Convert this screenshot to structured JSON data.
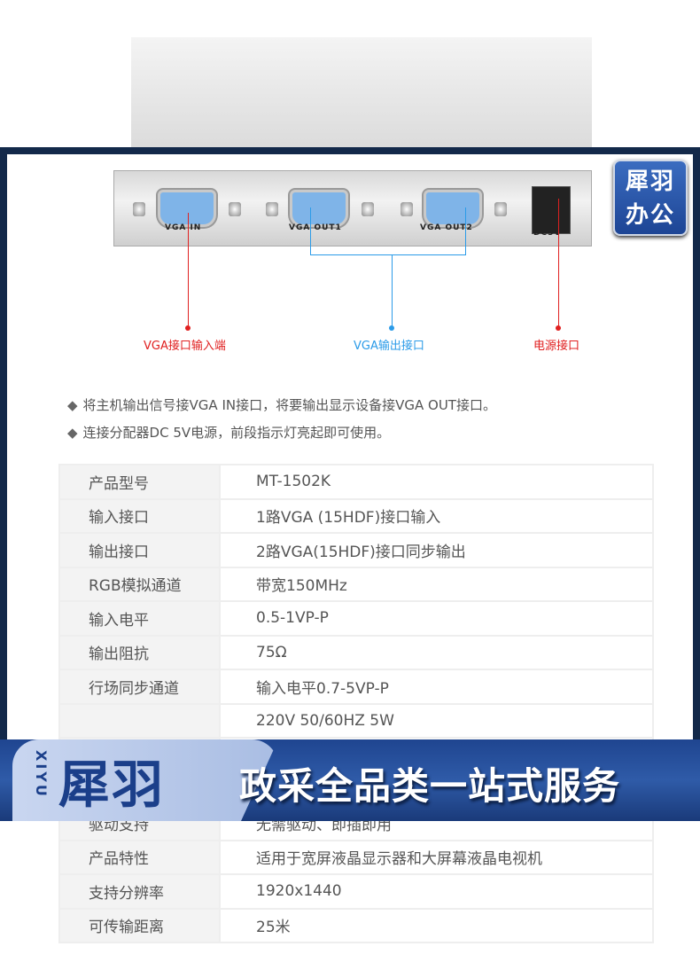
{
  "logo_badge": {
    "line1": "犀羽",
    "line2": "办公"
  },
  "device": {
    "ports": [
      "VGA IN",
      "VGA OUT1",
      "VGA OUT2",
      "DC5V"
    ]
  },
  "annotations": {
    "input": "VGA接口输入端",
    "output": "VGA输出接口",
    "power": "电源接口"
  },
  "colors": {
    "input": "#e02020",
    "output": "#2b9be8",
    "power": "#e02020",
    "frame": "#13294a",
    "banner": "#2a55a3"
  },
  "notes": [
    "将主机输出信号接VGA IN接口，将要输出显示设备接VGA OUT接口。",
    "连接分配器DC 5V电源，前段指示灯亮起即可使用。"
  ],
  "note_bullet": "◆",
  "specs": [
    {
      "label": "产品型号",
      "value": "MT-1502K"
    },
    {
      "label": "输入接口",
      "value": "1路VGA (15HDF)接口输入"
    },
    {
      "label": "输出接口",
      "value": "2路VGA(15HDF)接口同步输出"
    },
    {
      "label": "RGB模拟通道",
      "value": "带宽150MHz"
    },
    {
      "label": "输入电平",
      "value": "0.5-1VP-P"
    },
    {
      "label": "输出阻抗",
      "value": "75Ω"
    },
    {
      "label": "行场同步通道",
      "value": "输入电平0.7-5VP-P"
    },
    {
      "label": "",
      "value": "220V 50/60HZ 5W"
    },
    {
      "label": "",
      "value": ""
    },
    {
      "label": "",
      "value": ""
    },
    {
      "label": "驱动支持",
      "value": "无需驱动、即插即用"
    },
    {
      "label": "产品特性",
      "value": "适用于宽屏液晶显示器和大屏幕液晶电视机"
    },
    {
      "label": "支持分辨率",
      "value": "1920x1440"
    },
    {
      "label": "可传输距离",
      "value": "25米"
    }
  ],
  "banner": {
    "brand": "犀羽",
    "brand_latin": "XIYU",
    "slogan": "政采全品类一站式服务"
  }
}
